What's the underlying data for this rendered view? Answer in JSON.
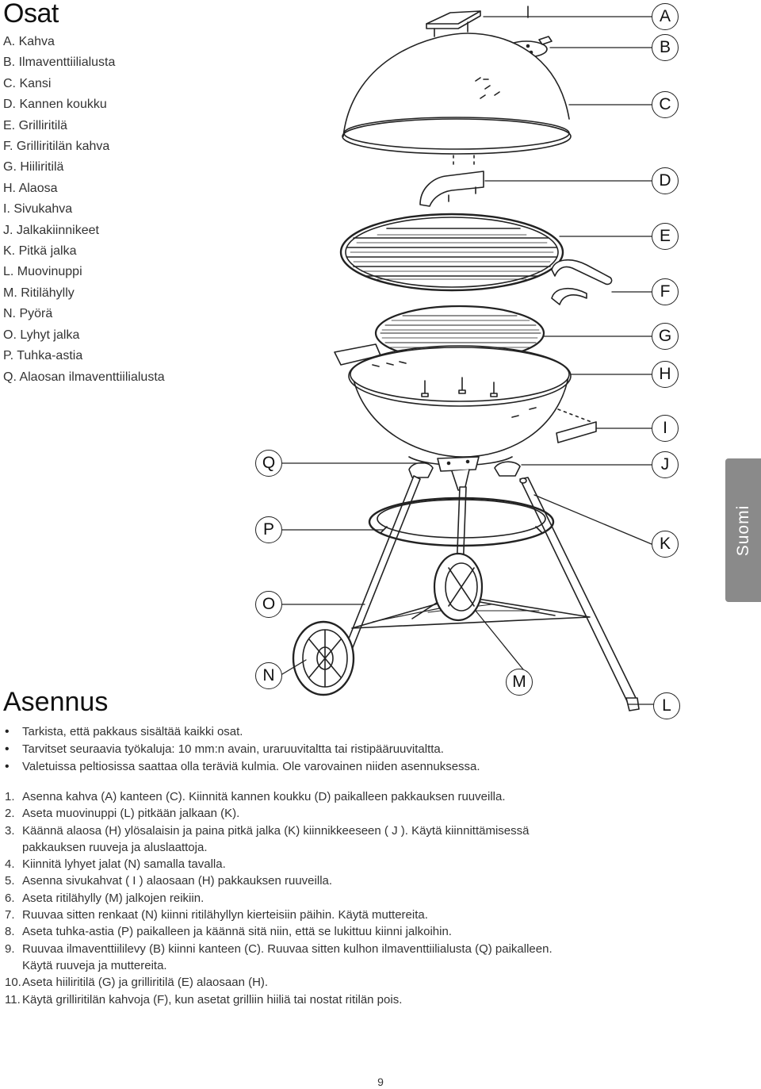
{
  "parts_section": {
    "title": "Osat",
    "items": [
      "A. Kahva",
      "B. Ilmaventtiilialusta",
      "C. Kansi",
      "D. Kannen koukku",
      "E. Grilliritilä",
      "F. Grilliritilän kahva",
      "G. Hiiliritilä",
      "H. Alaosa",
      "I. Sivukahva",
      "J. Jalkakiinnikeet",
      "K. Pitkä jalka",
      "L. Muovinuppi",
      "M. Ritilähylly",
      "N. Pyörä",
      "O. Lyhyt jalka",
      "P. Tuhka-astia",
      "Q. Alaosan ilmaventtiilialusta"
    ]
  },
  "diagram": {
    "callouts": [
      "A",
      "B",
      "C",
      "D",
      "E",
      "F",
      "G",
      "H",
      "I",
      "J",
      "K",
      "L",
      "M",
      "N",
      "O",
      "P",
      "Q"
    ]
  },
  "side_tab": {
    "label": "Suomi"
  },
  "assembly_section": {
    "title": "Asennus",
    "notes": [
      "Tarkista, että pakkaus sisältää kaikki osat.",
      "Tarvitset seuraavia työkaluja: 10 mm:n avain, uraruuvitaltta tai ristipääruuvitaltta.",
      "Valetuissa peltiosissa saattaa olla teräviä kulmia. Ole varovainen niiden asennuksessa."
    ],
    "steps": [
      {
        "num": "1.",
        "text": "Asenna kahva (A) kanteen (C). Kiinnitä kannen koukku (D) paikalleen pakkauksen ruuveilla.",
        "cont": ""
      },
      {
        "num": "2.",
        "text": "Aseta muovinuppi (L) pitkään jalkaan (K).",
        "cont": ""
      },
      {
        "num": "3.",
        "text": "Käännä alaosa (H) ylösalaisin ja paina pitkä jalka (K) kiinnikkeeseen ( J ). Käytä kiinnittämisessä",
        "cont": "pakkauksen ruuveja ja aluslaattoja."
      },
      {
        "num": "4.",
        "text": "Kiinnitä lyhyet jalat (N) samalla tavalla.",
        "cont": ""
      },
      {
        "num": "5.",
        "text": "Asenna sivukahvat ( I ) alaosaan (H) pakkauksen ruuveilla.",
        "cont": ""
      },
      {
        "num": "6.",
        "text": "Aseta ritilähylly (M) jalkojen reikiin.",
        "cont": ""
      },
      {
        "num": "7.",
        "text": "Ruuvaa sitten renkaat (N) kiinni ritilähyllyn kierteisiin päihin. Käytä muttereita.",
        "cont": ""
      },
      {
        "num": "8.",
        "text": "Aseta tuhka-astia (P) paikalleen ja käännä sitä niin, että se lukittuu kiinni jalkoihin.",
        "cont": ""
      },
      {
        "num": "9.",
        "text": "Ruuvaa ilmaventtiililevy (B) kiinni kanteen (C). Ruuvaa sitten kulhon ilmaventtiilialusta (Q) paikalleen.",
        "cont": "Käytä ruuveja ja muttereita."
      },
      {
        "num": "10.",
        "text": "Aseta hiiliritilä (G) ja grilliritilä (E) alaosaan (H).",
        "cont": ""
      },
      {
        "num": "11.",
        "text": "Käytä grilliritilän kahvoja (F), kun asetat grilliin hiiliä tai nostat ritilän pois.",
        "cont": ""
      }
    ]
  },
  "page_number": "9"
}
